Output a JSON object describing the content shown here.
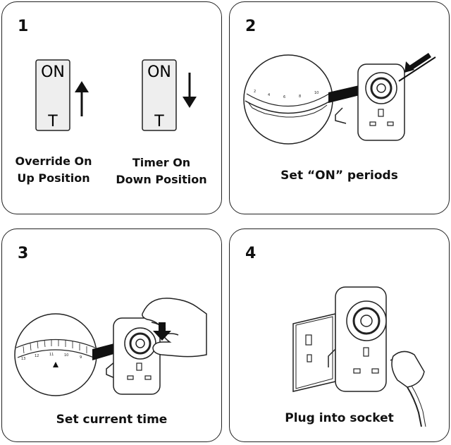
{
  "steps": [
    {
      "number": "1",
      "switches": [
        {
          "top": "ON",
          "bottom": "T",
          "direction": "up",
          "caption_line1": "Override On",
          "caption_line2": "Up Position"
        },
        {
          "top": "ON",
          "bottom": "T",
          "direction": "down",
          "caption_line1": "Timer On",
          "caption_line2": "Down Position"
        }
      ]
    },
    {
      "number": "2",
      "caption": "Set “ON” periods",
      "dial_ticks": [
        "2",
        "4",
        "6",
        "8",
        "10"
      ]
    },
    {
      "number": "3",
      "caption": "Set current time",
      "dial_ticks": [
        "9",
        "10",
        "11",
        "12",
        "13"
      ]
    },
    {
      "number": "4",
      "caption": "Plug into socket"
    }
  ]
}
